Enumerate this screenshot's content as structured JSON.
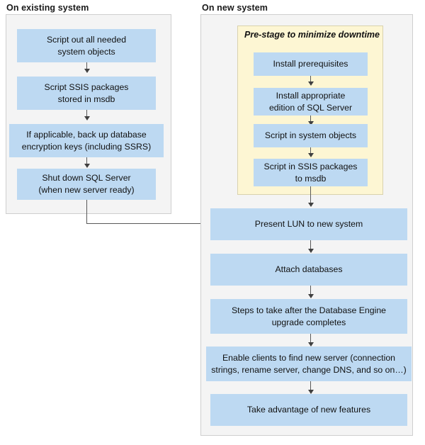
{
  "diagram": {
    "title": "SQL Server side-by-side upgrade / migration flow",
    "colors": {
      "node_fill": "#bdd9f2",
      "panel_fill": "#f4f4f4",
      "panel_border": "#cfcfcf",
      "prestage_fill": "#fdf6d3",
      "prestage_border": "#d9d2ae",
      "connector": "#595959",
      "text": "#111111"
    }
  },
  "groups": {
    "existing": {
      "caption": "On existing system",
      "steps": [
        {
          "id": "script-out-system-objects",
          "line1": "Script out all needed",
          "line2": "system objects"
        },
        {
          "id": "script-ssis-packages",
          "line1": "Script SSIS packages",
          "line2": "stored in msdb"
        },
        {
          "id": "back-up-encryption-keys",
          "line1": "If applicable, back up database",
          "line2": "encryption keys (including SSRS)"
        },
        {
          "id": "shut-down-sql-server",
          "line1": "Shut down SQL Server",
          "line2": "(when new server ready)"
        }
      ]
    },
    "new": {
      "caption": "On new system",
      "prestage": {
        "title": "Pre-stage to minimize downtime",
        "steps": [
          {
            "id": "install-prerequisites",
            "line1": "Install prerequisites",
            "line2": ""
          },
          {
            "id": "install-sql-server-edition",
            "line1": "Install appropriate",
            "line2": "edition of SQL Server"
          },
          {
            "id": "script-in-system-objects",
            "line1": "Script in system objects",
            "line2": ""
          },
          {
            "id": "script-in-ssis-packages",
            "line1": "Script in SSIS packages",
            "line2": "to msdb"
          }
        ]
      },
      "steps": [
        {
          "id": "present-lun",
          "line1": "Present LUN to new system",
          "line2": ""
        },
        {
          "id": "attach-databases",
          "line1": "Attach databases",
          "line2": ""
        },
        {
          "id": "post-upgrade-steps",
          "line1": "Steps to take after the Database Engine",
          "line2": "upgrade completes"
        },
        {
          "id": "enable-clients",
          "line1": "Enable clients to find new server (connection",
          "line2": "strings, rename server, change DNS, and so on…)"
        },
        {
          "id": "take-advantage-new-features",
          "line1": "Take advantage of new features",
          "line2": ""
        }
      ]
    }
  },
  "connectors": {
    "cross_group": {
      "from": "shut-down-sql-server",
      "to": "present-lun",
      "label": ""
    }
  }
}
